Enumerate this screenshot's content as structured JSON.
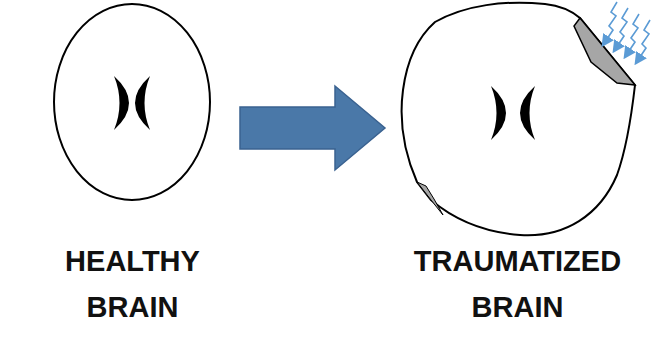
{
  "diagram": {
    "nodes": [
      {
        "text": [
          "HEALTHY BRAIN"
        ]
      },
      {
        "text": [
          "TRAUMATIZED BRAIN"
        ]
      }
    ],
    "edges": [
      {
        "from": 0,
        "to": 1,
        "arrow": "to"
      }
    ]
  }
}
